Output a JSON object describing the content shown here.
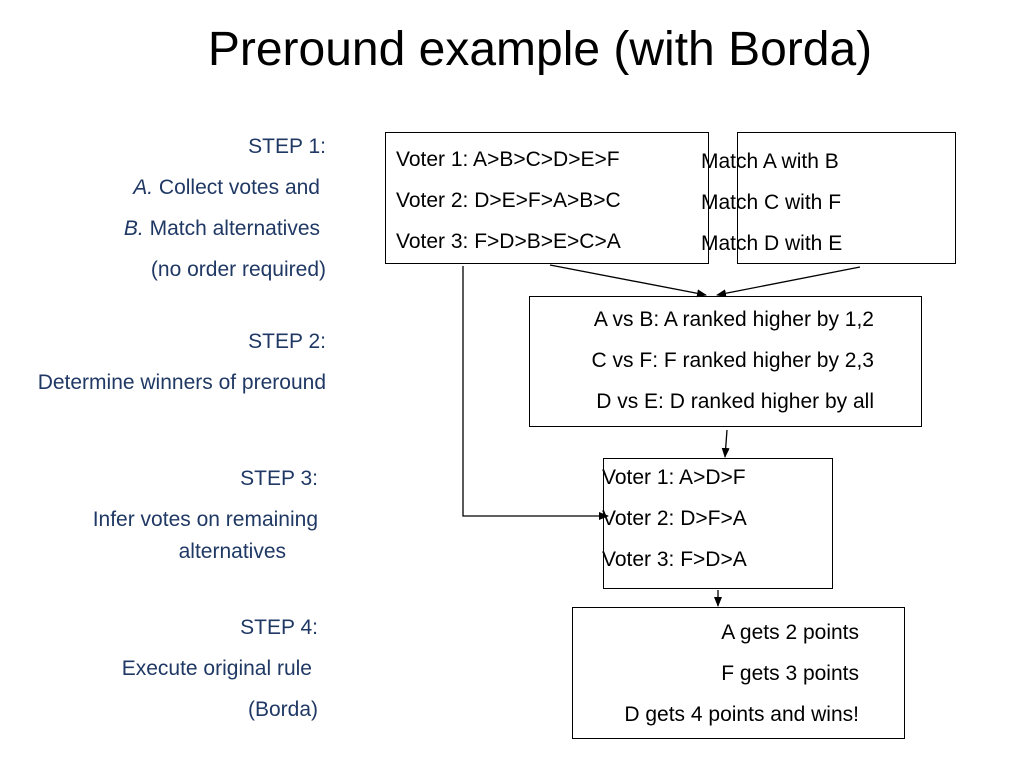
{
  "title": "Preround example (with Borda)",
  "steps": [
    {
      "heading": "STEP 1:",
      "lines": [
        {
          "prefix": "A.",
          "text": " Collect votes and"
        },
        {
          "prefix": "B.",
          "text": " Match alternatives"
        },
        {
          "prefix": "",
          "text": "(no order required)"
        }
      ]
    },
    {
      "heading": "STEP 2:",
      "lines": [
        {
          "prefix": "",
          "text": "Determine winners of preround"
        }
      ]
    },
    {
      "heading": "STEP 3:",
      "lines": [
        {
          "prefix": "",
          "text": "Infer votes on remaining"
        },
        {
          "prefix": "",
          "text": "alternatives"
        }
      ]
    },
    {
      "heading": "STEP 4:",
      "lines": [
        {
          "prefix": "",
          "text": "Execute original rule"
        },
        {
          "prefix": "",
          "text": "(Borda)"
        }
      ]
    }
  ],
  "votes_box": [
    "Voter 1: A>B>C>D>E>F",
    "Voter 2: D>E>F>A>B>C",
    "Voter 3: F>D>B>E>C>A"
  ],
  "match_box": [
    "Match A with B",
    "Match C with F",
    "Match D with E"
  ],
  "results_box": [
    "A vs B: A ranked higher by 1,2",
    "C vs F: F ranked higher by 2,3",
    "D vs E: D ranked higher by all"
  ],
  "inferred_box": [
    "Voter 1: A>D>F",
    "Voter 2: D>F>A",
    "Voter 3: F>D>A"
  ],
  "points_box": [
    "A gets 2 points",
    "F gets 3 points",
    "D gets 4 points and wins!"
  ]
}
